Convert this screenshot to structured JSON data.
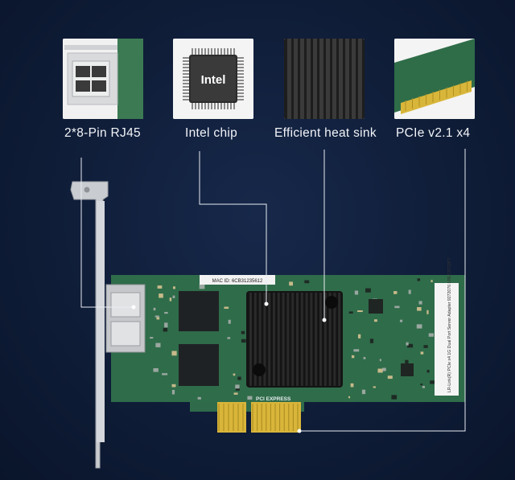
{
  "features": [
    {
      "label": "2*8-Pin RJ45",
      "icon": "rj45-port-icon"
    },
    {
      "label": "Intel chip",
      "icon": "intel-chip-icon"
    },
    {
      "label": "Efficient heat sink",
      "icon": "heat-sink-icon"
    },
    {
      "label": "PCIe v2.1 x4",
      "icon": "pcie-connector-icon"
    }
  ],
  "chip_text": "Intel",
  "mac_label": "MAC ID: 6CB31235612",
  "side_label": "LR-Link(R) PCIe x4 1G Dual Port Server Adapter  9272076  LREC9722PT",
  "pci_express_text": "PCI EXPRESS",
  "colors": {
    "background": "#0f1d38",
    "pcb": "#2f6b4a",
    "gold": "#d9b53a",
    "heatsink": "#141414",
    "bracket": "#c9ccd0",
    "leader_line": "#e8ecf2"
  }
}
